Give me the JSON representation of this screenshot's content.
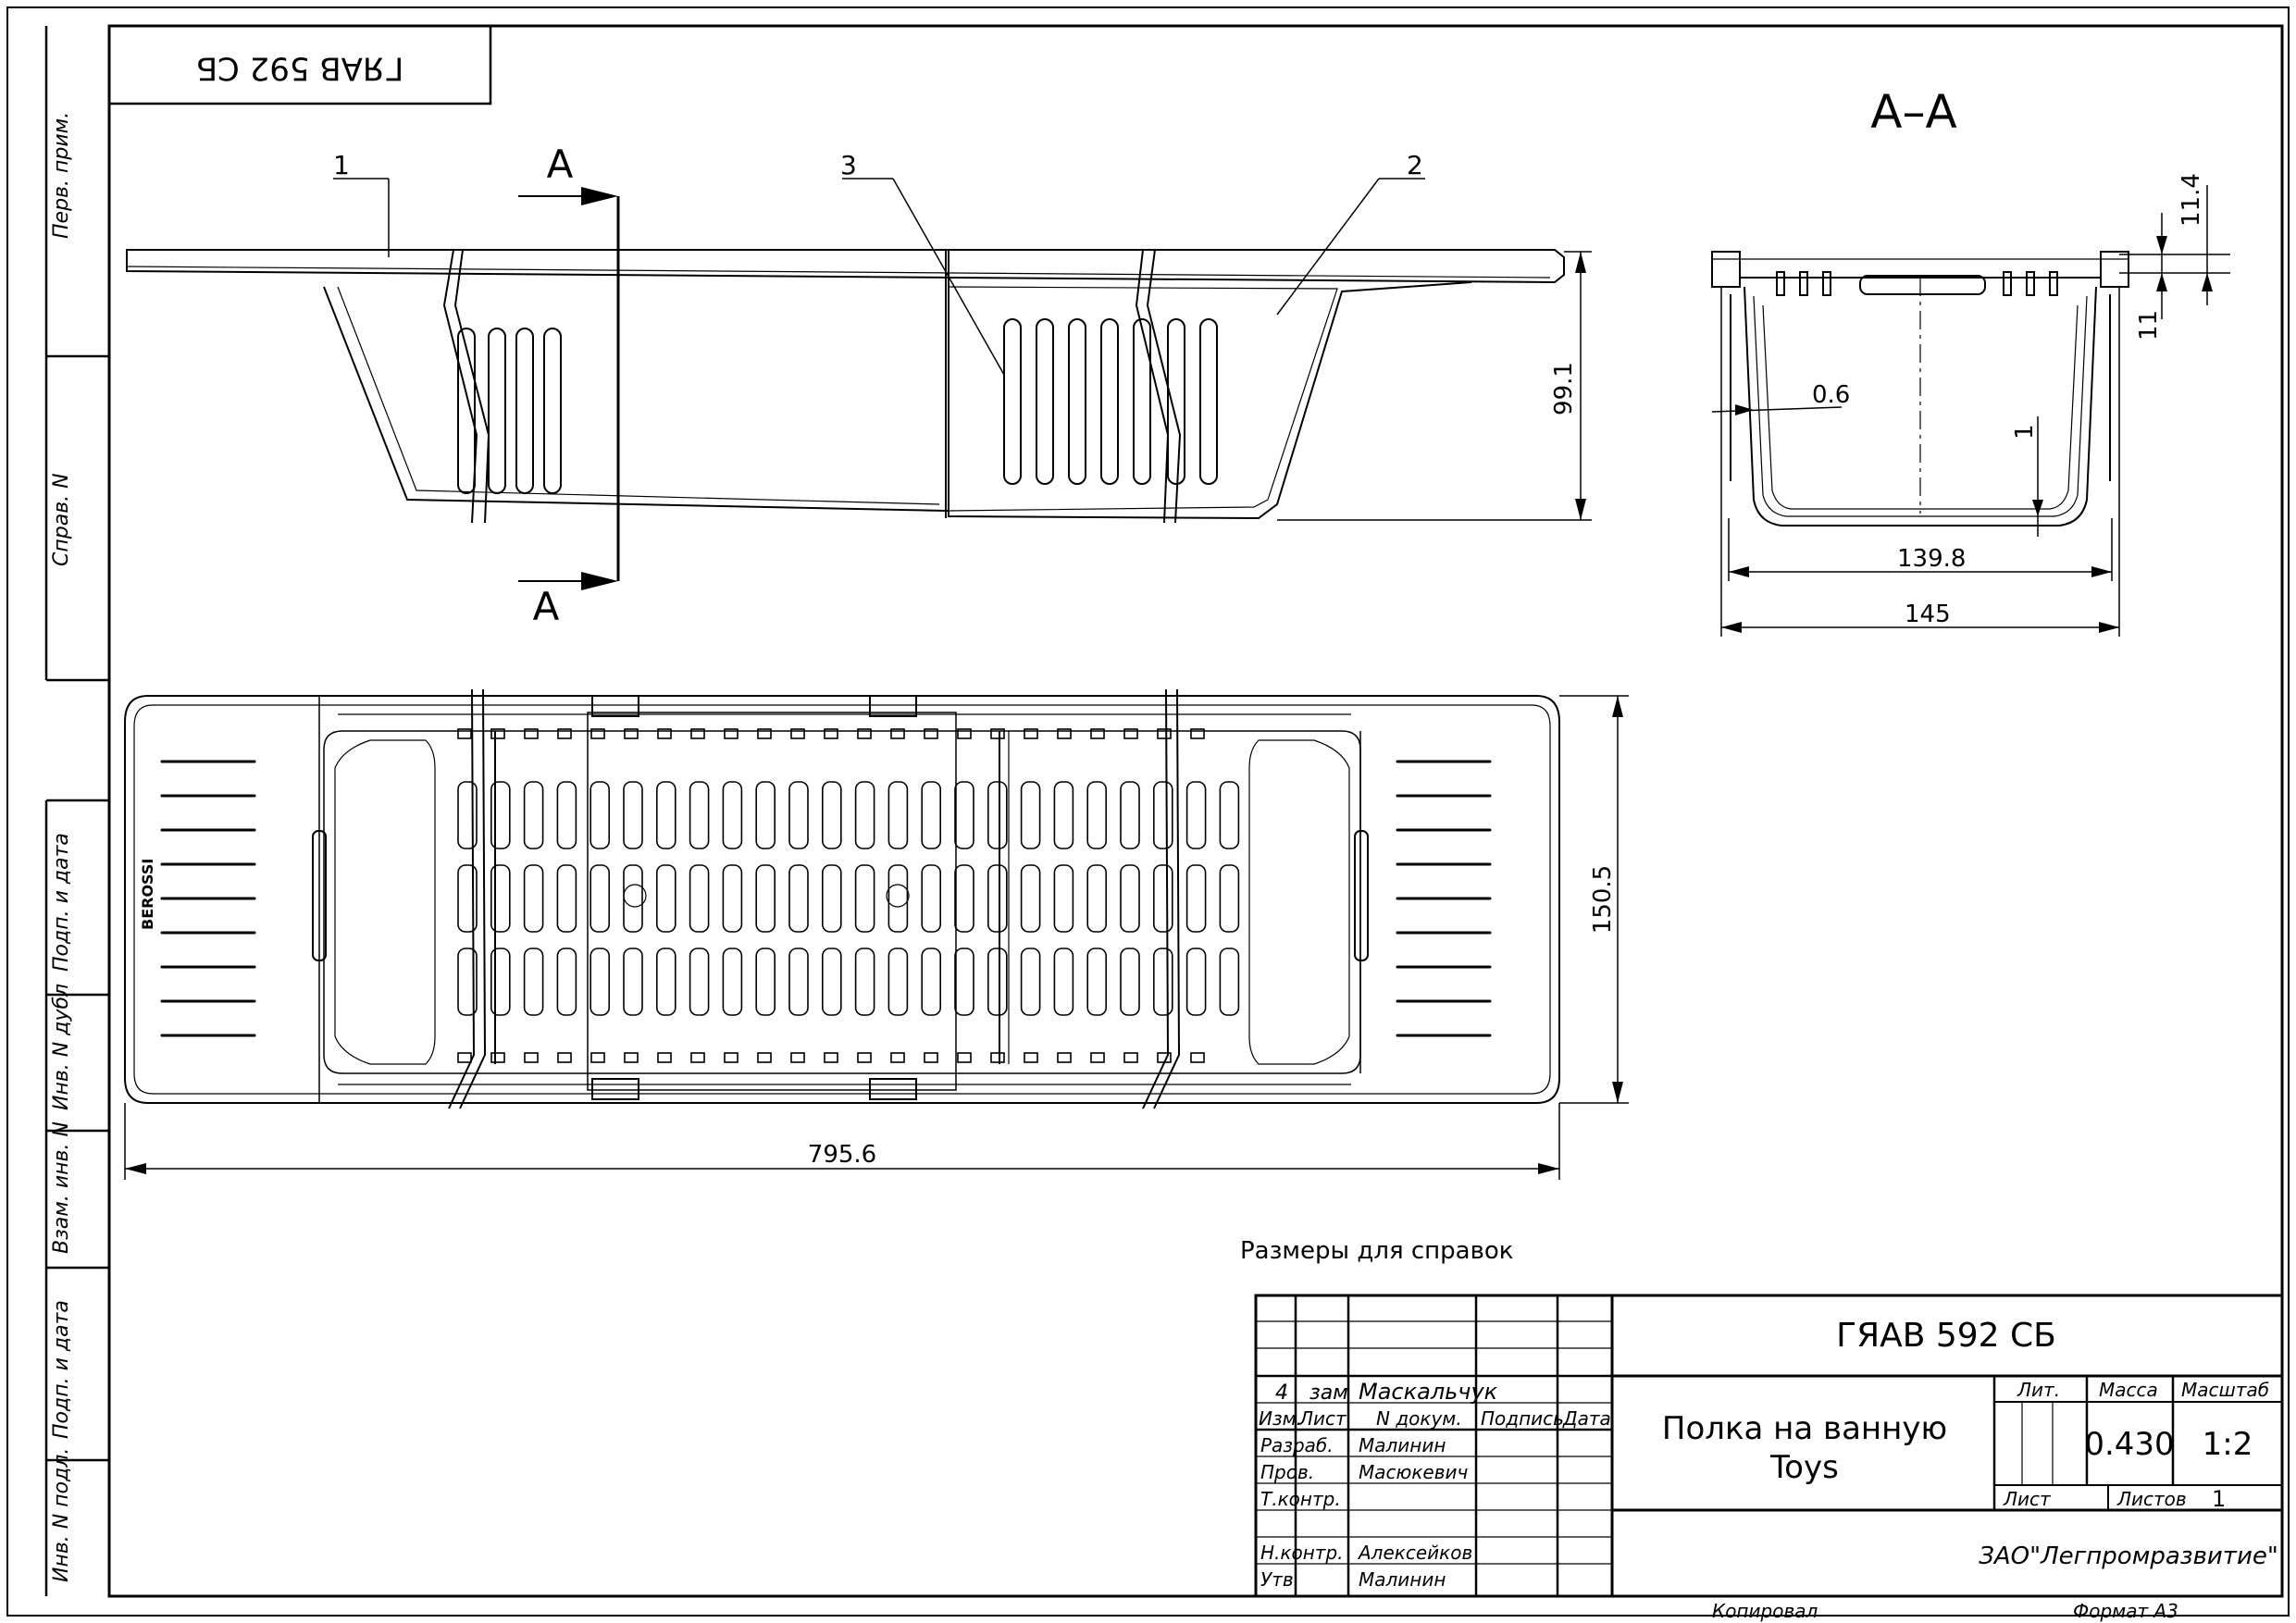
{
  "drawing": {
    "code_rotated": "ГЯАВ 592 СБ",
    "section_title": "А–А",
    "cut_letter_top": "А",
    "cut_letter_bottom": "А",
    "callouts": [
      "1",
      "3",
      "2"
    ],
    "reference_note": "Размеры для справок"
  },
  "dimensions": {
    "side_height": "99.1",
    "top_width": "150.5",
    "top_length": "795.6",
    "section_inner_width": "139.8",
    "section_outer_width": "145",
    "section_wall": "0.6",
    "section_bottom": "1",
    "section_rim_a": "11.4",
    "section_rim_b": "11"
  },
  "left_strip": {
    "perv_prim": "Перв. прим.",
    "sprav_n": "Справ. N",
    "podp_data_1": "Подп. и дата",
    "inv_dubl": "Инв. N дубл",
    "vzam_inv": "Взам. инв. N",
    "podp_data_2": "Подп. и дата",
    "inv_podl": "Инв. N подл."
  },
  "title_block": {
    "designation": "ГЯАВ 592 СБ",
    "name_line1": "Полка на ванную",
    "name_line2": "Toys",
    "change_row": {
      "num": "4",
      "type": "зам",
      "person": "Маскальчук"
    },
    "headers": {
      "izm": "Изм.",
      "list": "Лист",
      "ndoc": "N докум.",
      "podpis": "Подпись",
      "data": "Дата"
    },
    "roles": [
      {
        "role": "Разраб.",
        "name": "Малинин"
      },
      {
        "role": "Пров.",
        "name": "Масюкевич"
      },
      {
        "role": "Т.контр.",
        "name": ""
      },
      {
        "role": "",
        "name": ""
      },
      {
        "role": "Н.контр.",
        "name": "Алексейков"
      },
      {
        "role": "Утв.",
        "name": "Малинин"
      }
    ],
    "lit_label": "Лит.",
    "mass_label": "Масса",
    "scale_label": "Масштаб",
    "mass": "0.430",
    "scale": "1:2",
    "sheet_label": "Лист",
    "sheets_label": "Листов",
    "sheets": "1",
    "company": "ЗАО\"Легпромразвитие\""
  },
  "footer": {
    "copied": "Копировал",
    "format": "Формат А3"
  }
}
